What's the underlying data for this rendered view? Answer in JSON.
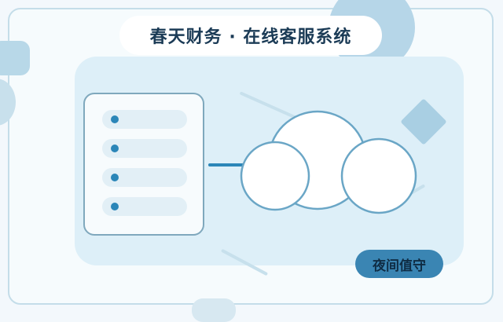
{
  "header": {
    "title": "春天财务 · 在线客服系统"
  },
  "list": {
    "rows": 4
  },
  "badge": {
    "label": "夜间值守"
  },
  "colors": {
    "accent": "#2b86b8",
    "badge_bg": "#3a85b3",
    "panel_bg": "#ddeff8",
    "title_text": "#1b3b56"
  },
  "icons": [
    "cloud-icon",
    "list-dot-icon"
  ]
}
